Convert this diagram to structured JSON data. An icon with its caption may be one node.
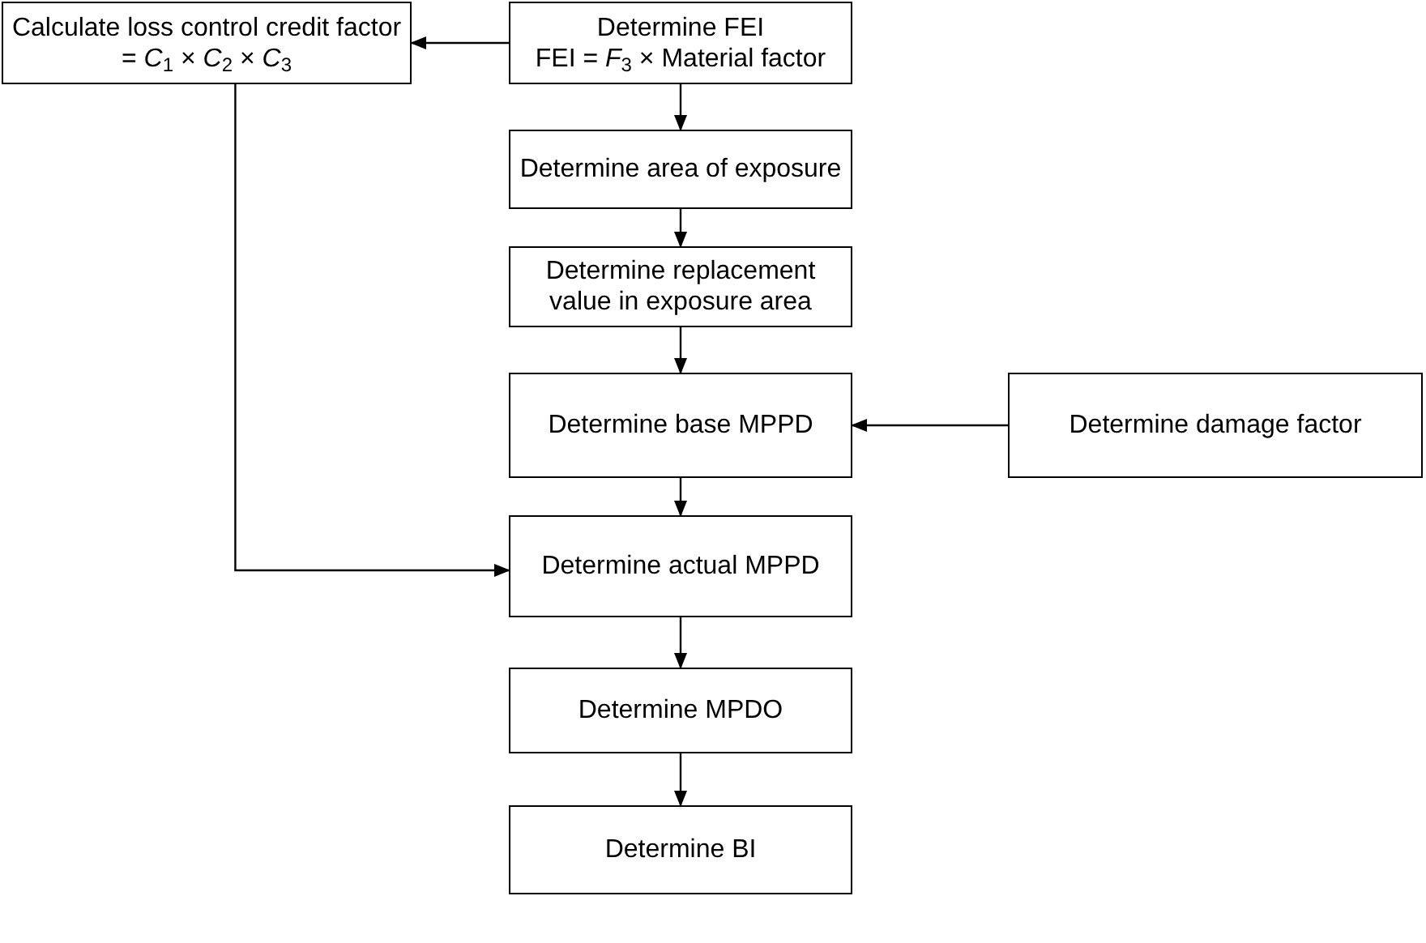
{
  "diagram": {
    "nodes": [
      {
        "text": [
          "Calculate loss control credit factor = *C*$_{1}$ × *C*$_{2}$ × *C*$_{3}$"
        ]
      },
      {
        "text": [
          "Determine FEI",
          "FEI = *F*$_{3}$ × Material factor"
        ]
      },
      {
        "text": [
          "Determine area of exposure"
        ]
      },
      {
        "text": [
          "Determine replacement value in exposure area"
        ]
      },
      {
        "text": [
          "Determine base MPPD"
        ]
      },
      {
        "text": [
          "Determine damage factor"
        ]
      },
      {
        "text": [
          "Determine actual MPPD"
        ]
      },
      {
        "text": [
          "Determine MPDO"
        ]
      },
      {
        "text": [
          "Determine BI"
        ]
      }
    ],
    "edges": [
      {
        "from": 1,
        "to": 0,
        "arrow": "to"
      },
      {
        "from": 1,
        "to": 2,
        "arrow": "to"
      },
      {
        "from": 2,
        "to": 3,
        "arrow": "to"
      },
      {
        "from": 3,
        "to": 4,
        "arrow": "to"
      },
      {
        "from": 5,
        "to": 4,
        "arrow": "to"
      },
      {
        "from": 4,
        "to": 6,
        "arrow": "to"
      },
      {
        "from": 0,
        "to": 6,
        "arrow": "to"
      },
      {
        "from": 6,
        "to": 7,
        "arrow": "to"
      },
      {
        "from": 7,
        "to": 8,
        "arrow": "to"
      }
    ]
  }
}
